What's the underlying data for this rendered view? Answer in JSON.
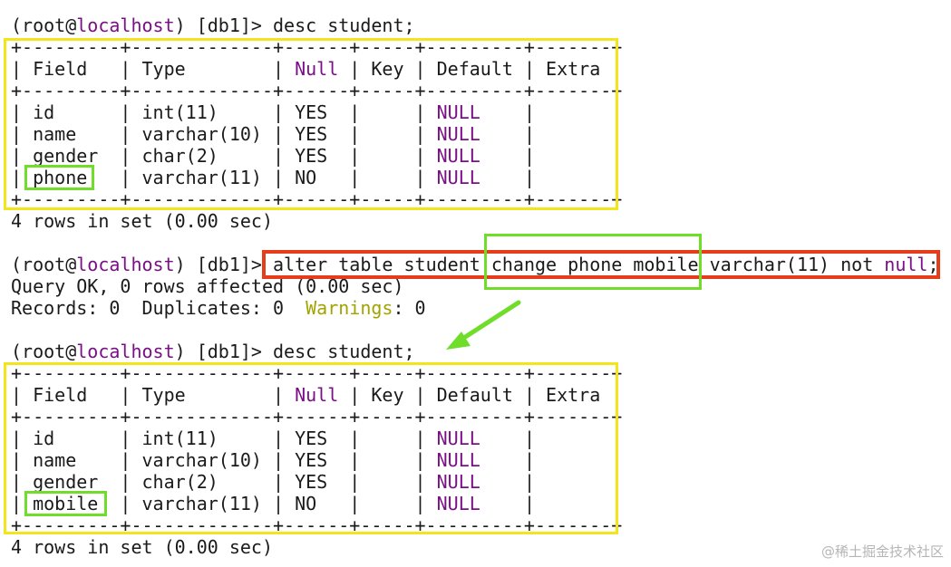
{
  "prompt": {
    "open": "(root@",
    "host": "localhost",
    "close": ") [db1]> "
  },
  "desc_cmd": "desc student;",
  "table_before": {
    "border": "+---------+-------------+------+-----+---------+-------+",
    "header": {
      "c1": "| Field   | Type        | ",
      "null_label": "Null",
      "c2": " | Key | Default | Extra |"
    },
    "rows": [
      {
        "pre": "| id      | int(11)     | YES  |     | ",
        "null_val": "NULL",
        "post": "    |       |"
      },
      {
        "pre": "| name    | varchar(10) | YES  |     | ",
        "null_val": "NULL",
        "post": "    |       |"
      },
      {
        "pre": "| gender  | char(2)     | YES  |     | ",
        "null_val": "NULL",
        "post": "    |       |"
      },
      {
        "pre": "| phone   | varchar(11) | NO   |     | ",
        "null_val": "NULL",
        "post": "    |       |"
      }
    ],
    "footer": "4 rows in set (0.00 sec)"
  },
  "alter": {
    "cmd_a": "alter table student change phone mobile varchar(11) not ",
    "cmd_null": "null",
    "cmd_end": ";",
    "result_line": "Query OK, 0 rows affected (0.00 sec)",
    "records_pre": "Records: 0  Duplicates: 0  ",
    "warnings_label": "Warnings",
    "records_post": ": 0"
  },
  "table_after": {
    "border": "+---------+-------------+------+-----+---------+-------+",
    "header": {
      "c1": "| Field   | Type        | ",
      "null_label": "Null",
      "c2": " | Key | Default | Extra |"
    },
    "rows": [
      {
        "pre": "| id      | int(11)     | YES  |     | ",
        "null_val": "NULL",
        "post": "    |       |"
      },
      {
        "pre": "| name    | varchar(10) | YES  |     | ",
        "null_val": "NULL",
        "post": "    |       |"
      },
      {
        "pre": "| gender  | char(2)     | YES  |     | ",
        "null_val": "NULL",
        "post": "    |       |"
      },
      {
        "pre": "| mobile  | varchar(11) | NO   |     | ",
        "null_val": "NULL",
        "post": "    |       |"
      }
    ],
    "footer": "4 rows in set (0.00 sec)"
  },
  "watermark": "@稀土掘金技术社区",
  "colors": {
    "keyword_purple": "#7a0f86",
    "warnings_olive": "#a3a300",
    "highlight_yellow": "#f2e51b",
    "highlight_green": "#6fdd2a",
    "highlight_red": "#e53d1b"
  }
}
